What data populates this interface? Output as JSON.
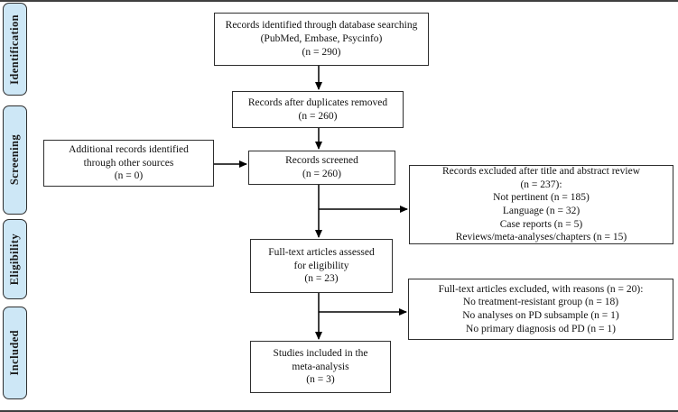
{
  "stages": [
    {
      "label": "Identification"
    },
    {
      "label": "Screening"
    },
    {
      "label": "Eligibility"
    },
    {
      "label": "Included"
    }
  ],
  "boxes": {
    "identified": "Records identified through database searching\n(PubMed, Embase, Psycinfo)\n(n = 290)",
    "duplicates_removed": "Records after duplicates removed\n(n = 260)",
    "additional_records": "Additional records identified\nthrough other sources\n(n = 0)",
    "screened": "Records screened\n(n = 260)",
    "excluded_title_abstract": "Records excluded after title and abstract review\n(n = 237):\nNot pertinent (n = 185)\nLanguage (n = 32)\nCase reports (n = 5)\nReviews/meta-analyses/chapters (n = 15)",
    "fulltext_assessed": "Full-text articles assessed\nfor eligibility\n(n = 23)",
    "fulltext_excluded": "Full-text articles excluded, with reasons (n = 20):\nNo treatment-resistant group (n = 18)\nNo analyses on PD subsample (n = 1)\nNo primary diagnosis od PD (n = 1)",
    "included_meta": "Studies included in the\nmeta-analysis\n(n = 3)"
  },
  "colors": {
    "stage_fill": "#cde7f6",
    "box_border": "#2e2e2e",
    "arrow": "#000000",
    "edge_line": "#3f3f3f"
  }
}
